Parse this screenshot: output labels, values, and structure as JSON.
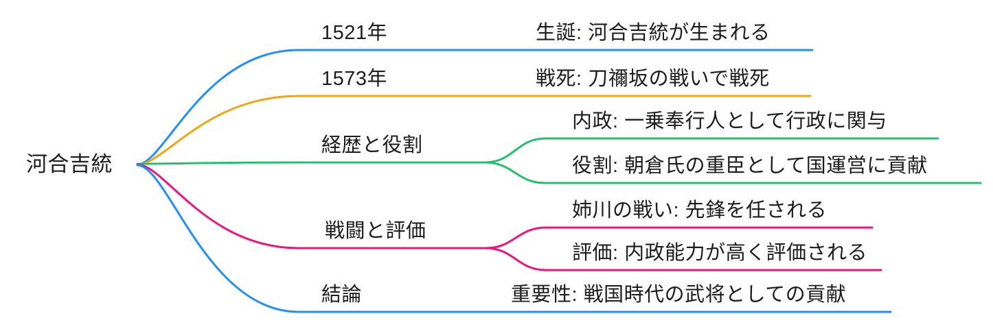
{
  "diagram": {
    "type": "mindmap",
    "root": {
      "label": "河合吉統"
    },
    "branches": [
      {
        "label": "1521年",
        "color": "#1e8fff",
        "children": [
          {
            "label": "生誕: 河合吉統が生まれる"
          }
        ]
      },
      {
        "label": "1573年",
        "color": "#f3a512",
        "children": [
          {
            "label": "戦死: 刀禰坂の戦いで戦死"
          }
        ]
      },
      {
        "label": "経歴と役割",
        "color": "#23c16b",
        "children": [
          {
            "label": "内政: 一乗奉行人として行政に関与"
          },
          {
            "label": "役割: 朝倉氏の重臣として国運営に貢献"
          }
        ]
      },
      {
        "label": "戦闘と評価",
        "color": "#f2127d",
        "children": [
          {
            "label": "姉川の戦い: 先鋒を任される"
          },
          {
            "label": "評価: 内政能力が高く評価される"
          }
        ]
      },
      {
        "label": "結論",
        "color": "#1e8fff",
        "children": [
          {
            "label": "重要性: 戦国時代の武将としての貢献"
          }
        ]
      }
    ]
  }
}
